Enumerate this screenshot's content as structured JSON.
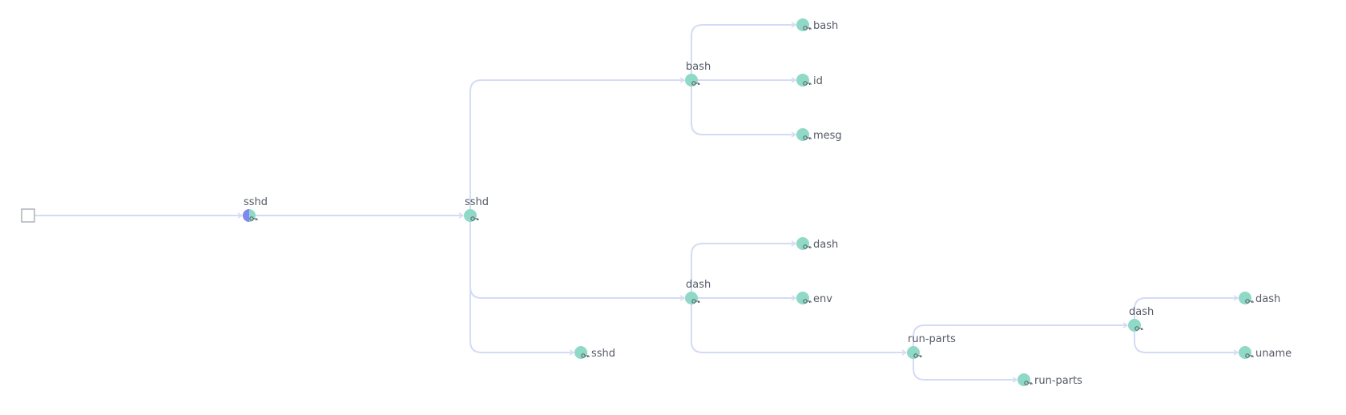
{
  "colors": {
    "edge": "#d4dbf5",
    "node_fill": "#8fd9c6",
    "root_node_left_half": "#8086f2",
    "label": "#555a66",
    "start_box_stroke": "#9aa0ab"
  },
  "icons": {
    "start": "square-outline-icon",
    "node_badge": "key-icon"
  },
  "graph": {
    "start": {
      "id": "start"
    },
    "nodes": [
      {
        "id": "sshd-1",
        "label": "sshd",
        "label_pos": "above",
        "variant": "split"
      },
      {
        "id": "sshd-2",
        "label": "sshd",
        "label_pos": "above"
      },
      {
        "id": "bash-1",
        "label": "bash",
        "label_pos": "above"
      },
      {
        "id": "bash-2",
        "label": "bash",
        "label_pos": "right"
      },
      {
        "id": "id-1",
        "label": "id",
        "label_pos": "right"
      },
      {
        "id": "mesg-1",
        "label": "mesg",
        "label_pos": "right"
      },
      {
        "id": "dash-1",
        "label": "dash",
        "label_pos": "above"
      },
      {
        "id": "dash-2",
        "label": "dash",
        "label_pos": "right"
      },
      {
        "id": "env-1",
        "label": "env",
        "label_pos": "right"
      },
      {
        "id": "sshd-3",
        "label": "sshd",
        "label_pos": "right"
      },
      {
        "id": "runparts-1",
        "label": "run-parts",
        "label_pos": "above"
      },
      {
        "id": "runparts-2",
        "label": "run-parts",
        "label_pos": "right"
      },
      {
        "id": "dash-3",
        "label": "dash",
        "label_pos": "above"
      },
      {
        "id": "dash-4",
        "label": "dash",
        "label_pos": "right"
      },
      {
        "id": "uname-1",
        "label": "uname",
        "label_pos": "right"
      }
    ],
    "edges": [
      {
        "from": "start",
        "to": "sshd-1"
      },
      {
        "from": "sshd-1",
        "to": "sshd-2"
      },
      {
        "from": "sshd-2",
        "to": "bash-1"
      },
      {
        "from": "sshd-2",
        "to": "dash-1"
      },
      {
        "from": "sshd-2",
        "to": "sshd-3"
      },
      {
        "from": "bash-1",
        "to": "bash-2"
      },
      {
        "from": "bash-1",
        "to": "id-1"
      },
      {
        "from": "bash-1",
        "to": "mesg-1"
      },
      {
        "from": "dash-1",
        "to": "dash-2"
      },
      {
        "from": "dash-1",
        "to": "env-1"
      },
      {
        "from": "dash-1",
        "to": "runparts-1"
      },
      {
        "from": "runparts-1",
        "to": "dash-3"
      },
      {
        "from": "runparts-1",
        "to": "runparts-2"
      },
      {
        "from": "dash-3",
        "to": "dash-4"
      },
      {
        "from": "dash-3",
        "to": "uname-1"
      }
    ]
  }
}
